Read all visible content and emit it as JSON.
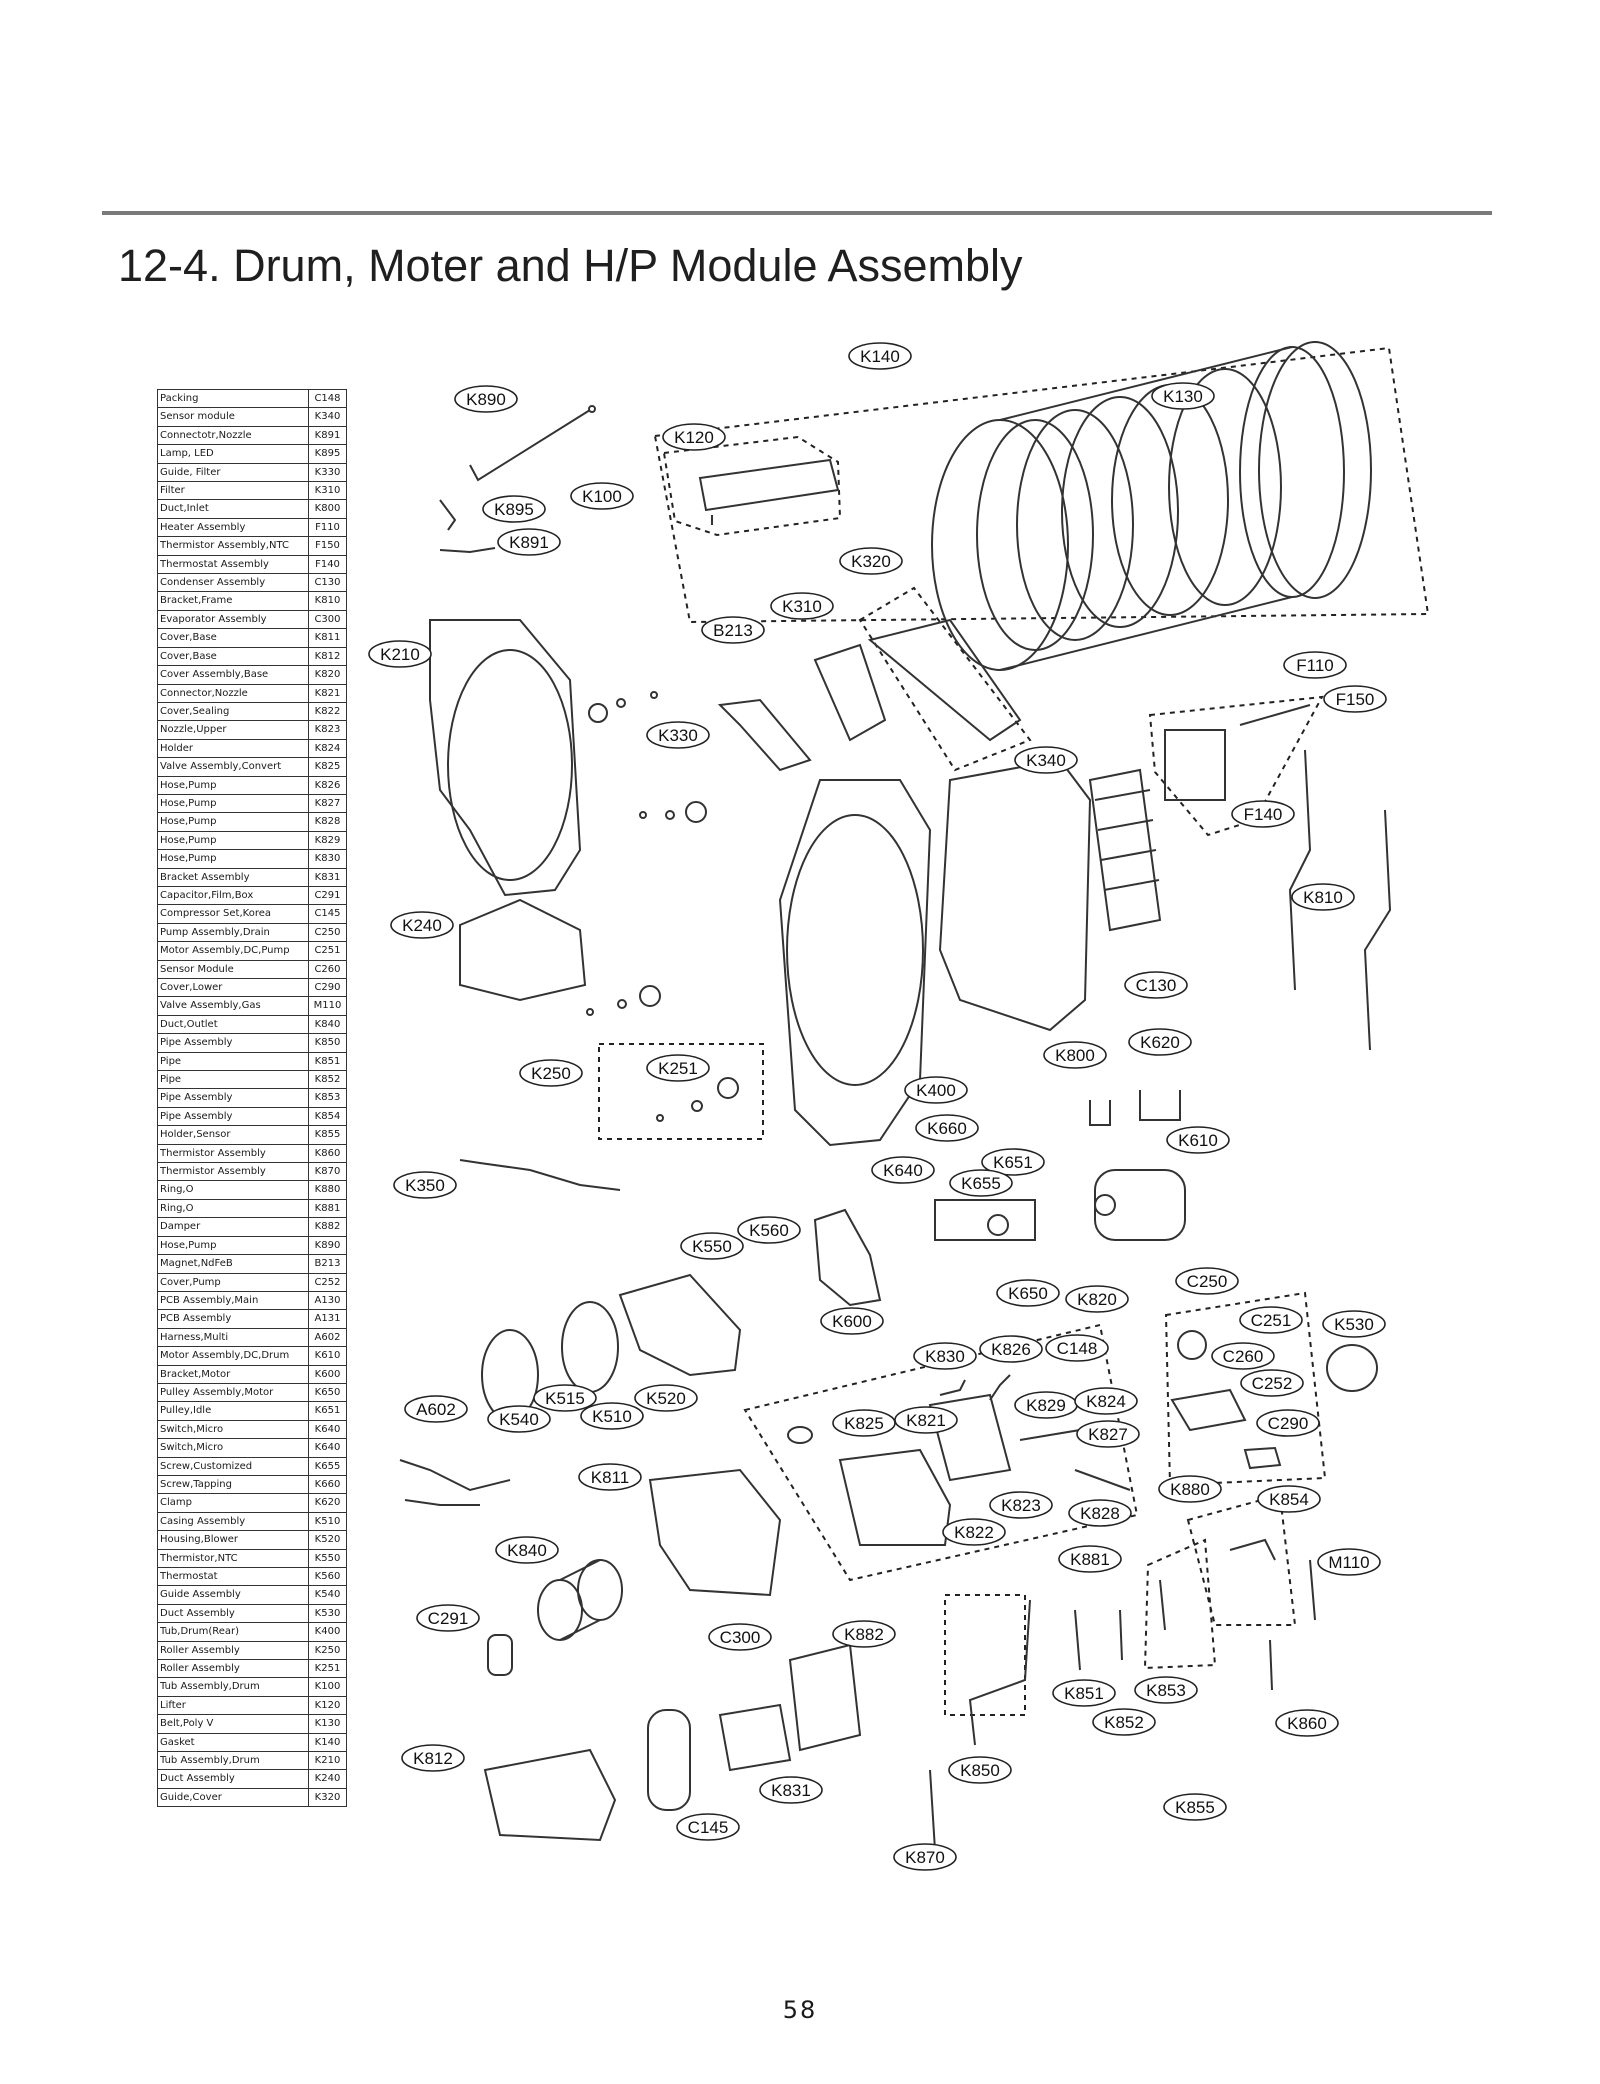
{
  "header": {
    "title": "12-4. Drum, Moter and H/P Module Assembly"
  },
  "parts_table": [
    [
      "Packing",
      "C148"
    ],
    [
      "Sensor module",
      "K340"
    ],
    [
      "Connectotr,Nozzle",
      "K891"
    ],
    [
      "Lamp, LED",
      "K895"
    ],
    [
      "Guide, Filter",
      "K330"
    ],
    [
      "Filter",
      "K310"
    ],
    [
      "Duct,Inlet",
      "K800"
    ],
    [
      "Heater Assembly",
      "F110"
    ],
    [
      "Thermistor Assembly,NTC",
      "F150"
    ],
    [
      "Thermostat Assembly",
      "F140"
    ],
    [
      "Condenser Assembly",
      "C130"
    ],
    [
      "Bracket,Frame",
      "K810"
    ],
    [
      "Evaporator Assembly",
      "C300"
    ],
    [
      "Cover,Base",
      "K811"
    ],
    [
      "Cover,Base",
      "K812"
    ],
    [
      "Cover Assembly,Base",
      "K820"
    ],
    [
      "Connector,Nozzle",
      "K821"
    ],
    [
      "Cover,Sealing",
      "K822"
    ],
    [
      "Nozzle,Upper",
      "K823"
    ],
    [
      "Holder",
      "K824"
    ],
    [
      "Valve Assembly,Convert",
      "K825"
    ],
    [
      "Hose,Pump",
      "K826"
    ],
    [
      "Hose,Pump",
      "K827"
    ],
    [
      "Hose,Pump",
      "K828"
    ],
    [
      "Hose,Pump",
      "K829"
    ],
    [
      "Hose,Pump",
      "K830"
    ],
    [
      "Bracket Assembly",
      "K831"
    ],
    [
      "Capacitor,Film,Box",
      "C291"
    ],
    [
      "Compressor Set,Korea",
      "C145"
    ],
    [
      "Pump Assembly,Drain",
      "C250"
    ],
    [
      "Motor Assembly,DC,Pump",
      "C251"
    ],
    [
      "Sensor Module",
      "C260"
    ],
    [
      "Cover,Lower",
      "C290"
    ],
    [
      "Valve Assembly,Gas",
      "M110"
    ],
    [
      "Duct,Outlet",
      "K840"
    ],
    [
      "Pipe Assembly",
      "K850"
    ],
    [
      "Pipe",
      "K851"
    ],
    [
      "Pipe",
      "K852"
    ],
    [
      "Pipe Assembly",
      "K853"
    ],
    [
      "Pipe Assembly",
      "K854"
    ],
    [
      "Holder,Sensor",
      "K855"
    ],
    [
      "Thermistor Assembly",
      "K860"
    ],
    [
      "Thermistor Assembly",
      "K870"
    ],
    [
      "Ring,O",
      "K880"
    ],
    [
      "Ring,O",
      "K881"
    ],
    [
      "Damper",
      "K882"
    ],
    [
      "Hose,Pump",
      "K890"
    ],
    [
      "Magnet,NdFeB",
      "B213"
    ],
    [
      "Cover,Pump",
      "C252"
    ],
    [
      "PCB Assembly,Main",
      "A130"
    ],
    [
      "PCB Assembly",
      "A131"
    ],
    [
      "Harness,Multi",
      "A602"
    ],
    [
      "Motor Assembly,DC,Drum",
      "K610"
    ],
    [
      "Bracket,Motor",
      "K600"
    ],
    [
      "Pulley Assembly,Motor",
      "K650"
    ],
    [
      "Pulley,Idle",
      "K651"
    ],
    [
      "Switch,Micro",
      "K640"
    ],
    [
      "Switch,Micro",
      "K640"
    ],
    [
      "Screw,Customized",
      "K655"
    ],
    [
      "Screw,Tapping",
      "K660"
    ],
    [
      "Clamp",
      "K620"
    ],
    [
      "Casing Assembly",
      "K510"
    ],
    [
      "Housing,Blower",
      "K520"
    ],
    [
      "Thermistor,NTC",
      "K550"
    ],
    [
      "Thermostat",
      "K560"
    ],
    [
      "Guide Assembly",
      "K540"
    ],
    [
      "Duct Assembly",
      "K530"
    ],
    [
      "Tub,Drum(Rear)",
      "K400"
    ],
    [
      "Roller Assembly",
      "K250"
    ],
    [
      "Roller Assembly",
      "K251"
    ],
    [
      "Tub Assembly,Drum",
      "K100"
    ],
    [
      "Lifter",
      "K120"
    ],
    [
      "Belt,Poly V",
      "K130"
    ],
    [
      "Gasket",
      "K140"
    ],
    [
      "Tub Assembly,Drum",
      "K210"
    ],
    [
      "Duct Assembly",
      "K240"
    ],
    [
      "Guide,Cover",
      "K320"
    ]
  ],
  "callouts": [
    "K890",
    "K130",
    "K120",
    "K140",
    "K100",
    "K895",
    "K891",
    "K320",
    "K310",
    "B213",
    "K210",
    "F110",
    "F150",
    "K330",
    "K340",
    "F140",
    "K810",
    "K240",
    "C130",
    "K620",
    "K800",
    "K250",
    "K251",
    "K400",
    "K660",
    "K610",
    "K651",
    "K640",
    "K655",
    "K350",
    "K560",
    "K550",
    "K650",
    "K820",
    "C250",
    "C251",
    "K530",
    "K600",
    "K830",
    "K826",
    "C148",
    "C260",
    "C252",
    "K515",
    "K520",
    "A602",
    "K540",
    "K510",
    "K829",
    "K824",
    "K825",
    "K821",
    "K827",
    "C290",
    "K811",
    "K880",
    "K854",
    "K823",
    "K828",
    "K822",
    "K840",
    "K881",
    "M110",
    "C291",
    "C300",
    "K882",
    "K851",
    "K853",
    "K852",
    "K860",
    "K812",
    "K850",
    "K831",
    "K855",
    "C145",
    "K870"
  ],
  "page_number": "58"
}
